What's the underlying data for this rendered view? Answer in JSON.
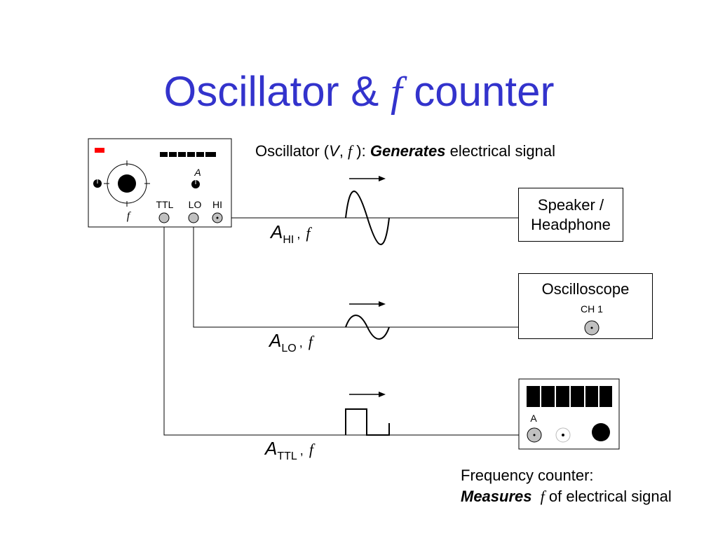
{
  "title": {
    "prefix": "Oscillator & ",
    "symbol": "f",
    "suffix": " counter"
  },
  "oscillator_caption": {
    "prefix": "Oscillator (",
    "v": "V",
    "comma": ", ",
    "f": "f",
    "close": " ):",
    "bold": "Generates",
    "rest": "electrical signal"
  },
  "oscillator_panel": {
    "amp_label": "A",
    "freq_label": "f",
    "ttl_label": "TTL",
    "lo_label": "LO",
    "hi_label": "HI",
    "power_led_color": "#ff0000"
  },
  "signals": {
    "hi": {
      "a": "A",
      "sub": "HI",
      "sep": ",",
      "f": "f"
    },
    "lo": {
      "a": "A",
      "sub": "LO",
      "sep": ",",
      "f": "f"
    },
    "ttl": {
      "a": "A",
      "sub": "TTL",
      "sep": ",",
      "f": "f"
    }
  },
  "speaker_box": {
    "line1": "Speaker /",
    "line2": "Headphone"
  },
  "scope_box": {
    "label": "Oscilloscope",
    "channel": "CH 1"
  },
  "counter_box": {
    "input_label": "A"
  },
  "counter_caption": {
    "line1": "Frequency counter:",
    "bold": "Measures",
    "f": "f",
    "rest": "of electrical signal"
  },
  "colors": {
    "title": "#3333cc",
    "connector": "#c0c0c0"
  }
}
